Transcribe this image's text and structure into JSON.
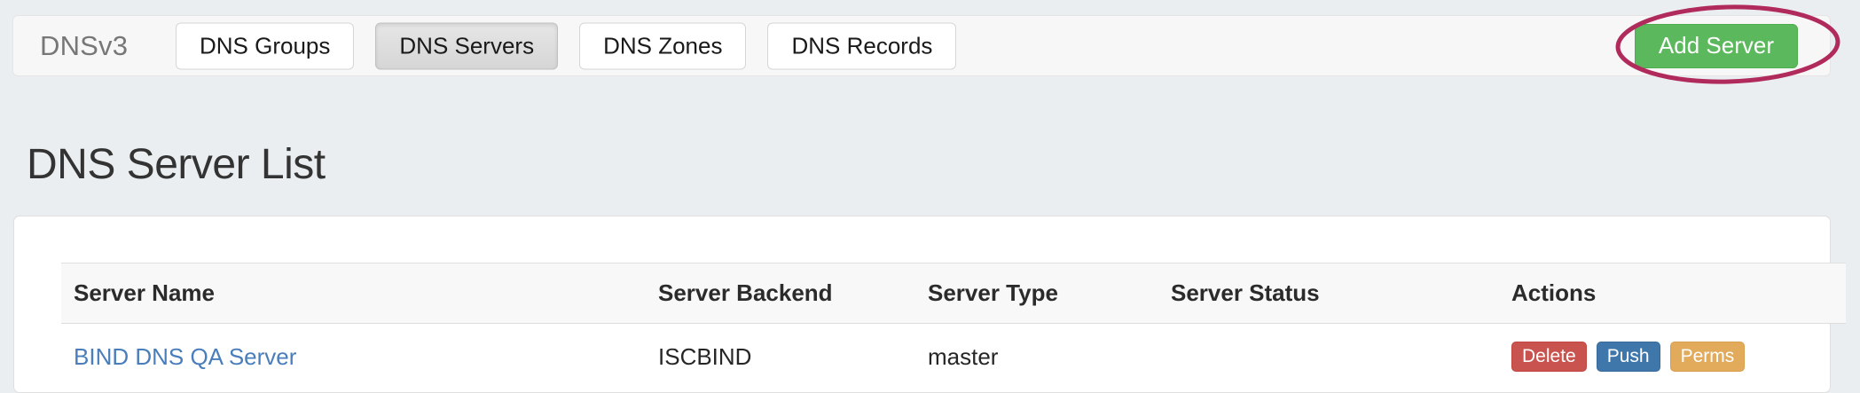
{
  "navbar": {
    "brand": "DNSv3",
    "tabs": [
      {
        "label": "DNS Groups",
        "active": false
      },
      {
        "label": "DNS Servers",
        "active": true
      },
      {
        "label": "DNS Zones",
        "active": false
      },
      {
        "label": "DNS Records",
        "active": false
      }
    ],
    "add_server_label": "Add Server",
    "add_server_color": "#5cb85c"
  },
  "annotation": {
    "shape": "ellipse-highlight",
    "target": "add-server-button",
    "color": "#b02a5b",
    "stroke_width": 5
  },
  "page": {
    "title": "DNS Server List"
  },
  "table": {
    "columns": [
      "Server Name",
      "Server Backend",
      "Server Type",
      "Server Status",
      "Actions"
    ],
    "rows": [
      {
        "name": "BIND DNS QA Server",
        "backend": "ISCBIND",
        "type": "master",
        "status": "",
        "actions": [
          {
            "label": "Delete",
            "color": "#c9534f"
          },
          {
            "label": "Push",
            "color": "#4077ab"
          },
          {
            "label": "Perms",
            "color": "#e2aa5b"
          }
        ]
      }
    ]
  }
}
